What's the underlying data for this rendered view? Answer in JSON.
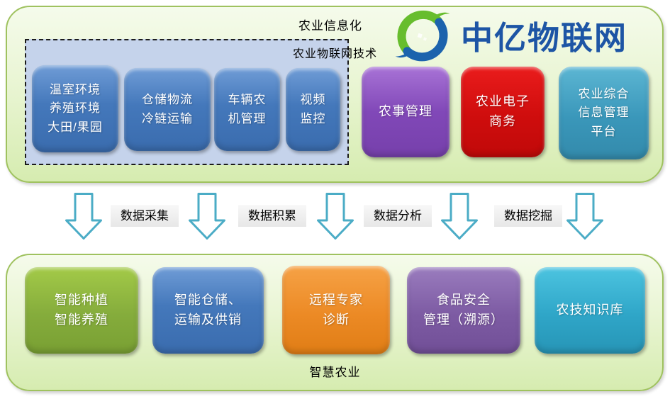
{
  "brand": {
    "name": "中亿物联网",
    "logo_green": "#67bd2d",
    "logo_blue": "#1c63ad",
    "text_color": "#1d55a5"
  },
  "top_section": {
    "label": "农业信息化",
    "iot_group": {
      "title": "农业物联网技术",
      "cards": [
        {
          "label": "温室环境\n养殖环境\n大田/果园",
          "color": "#4478bb"
        },
        {
          "label": "仓储物流\n冷链运输",
          "color": "#4478bb"
        },
        {
          "label": "车辆农\n机管理",
          "color": "#4478bb"
        },
        {
          "label": "视频\n监控",
          "color": "#4478bb"
        }
      ]
    },
    "cards": [
      {
        "label": "农事管理",
        "color": "#8148b8"
      },
      {
        "label": "农业电子\n商务",
        "color": "#cf0d0d"
      },
      {
        "label": "农业综合\n信息管理\n平台",
        "color": "#3a97ba"
      }
    ]
  },
  "flow": {
    "arrow_count": 5,
    "arrow_color": "#4BACC6",
    "labels": [
      "数据采集",
      "数据积累",
      "数据分析",
      "数据挖掘"
    ]
  },
  "bottom_section": {
    "label": "智慧农业",
    "cards": [
      {
        "label": "智能种植\n智能养殖",
        "color": "#85ac3c"
      },
      {
        "label": "智能仓储、\n运输及供销",
        "color": "#4478bb"
      },
      {
        "label": "远程专家\n诊断",
        "color": "#ec8a25"
      },
      {
        "label": "食品安全\n管理（溯源）",
        "color": "#7d5ba3"
      },
      {
        "label": "农技知识库",
        "color": "#2fa6c8"
      }
    ]
  },
  "theme": {
    "panel_border": "#9fc25f",
    "panel_bg_top": "#f5fbeb",
    "panel_bg_bottom": "#d6ecb0",
    "dashed_box_bg": "#c5d3eb",
    "flow_label_bg": "#ededed"
  }
}
